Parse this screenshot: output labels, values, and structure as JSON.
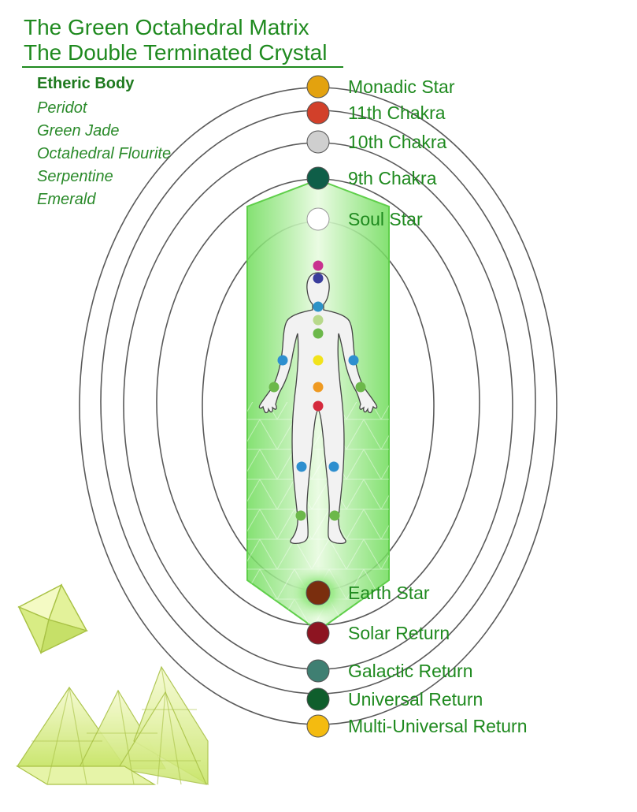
{
  "title": {
    "line1": "The Green Octahedral Matrix",
    "line2": "The Double Terminated Crystal"
  },
  "etheric_body": {
    "heading": "Etheric Body",
    "stones": [
      "Peridot",
      "Green Jade",
      "Octahedral Flourite",
      "Serpentine",
      "Emerald"
    ]
  },
  "chakra_points": [
    {
      "label": "Monadic Star",
      "color": "#e3a20f"
    },
    {
      "label": "11th Chakra",
      "color": "#d2402a"
    },
    {
      "label": "10th Chakra",
      "color": "#cfcfcf"
    },
    {
      "label": "9th Chakra",
      "color": "#0f5e48"
    },
    {
      "label": "Soul Star",
      "color": "#ffffff"
    },
    {
      "label": "Earth Star",
      "color": "#7a2e0e"
    },
    {
      "label": "Solar Return",
      "color": "#8d1421"
    },
    {
      "label": "Galactic Return",
      "color": "#3f7f72"
    },
    {
      "label": "Universal Return",
      "color": "#0f5e2c"
    },
    {
      "label": "Multi-Universal Return",
      "color": "#f4bb10"
    }
  ],
  "body_chakra_colors": [
    "#c8338f",
    "#3a3d9c",
    "#2e93c7",
    "#b8d98b",
    "#6cb84a",
    "#f2e31b",
    "#ef9a22",
    "#d52a3d"
  ],
  "joint_colors": {
    "wrist": "#2e8fcf",
    "hand": "#6cb84a",
    "knee": "#2e8fcf",
    "ankle": "#6cb84a"
  },
  "colors": {
    "text": "#1f8a1f",
    "crystal": "#8fe67a",
    "crystal_edge": "#5fcf4a",
    "orbit": "#5a5a5a",
    "stone": "#dcef8a"
  }
}
